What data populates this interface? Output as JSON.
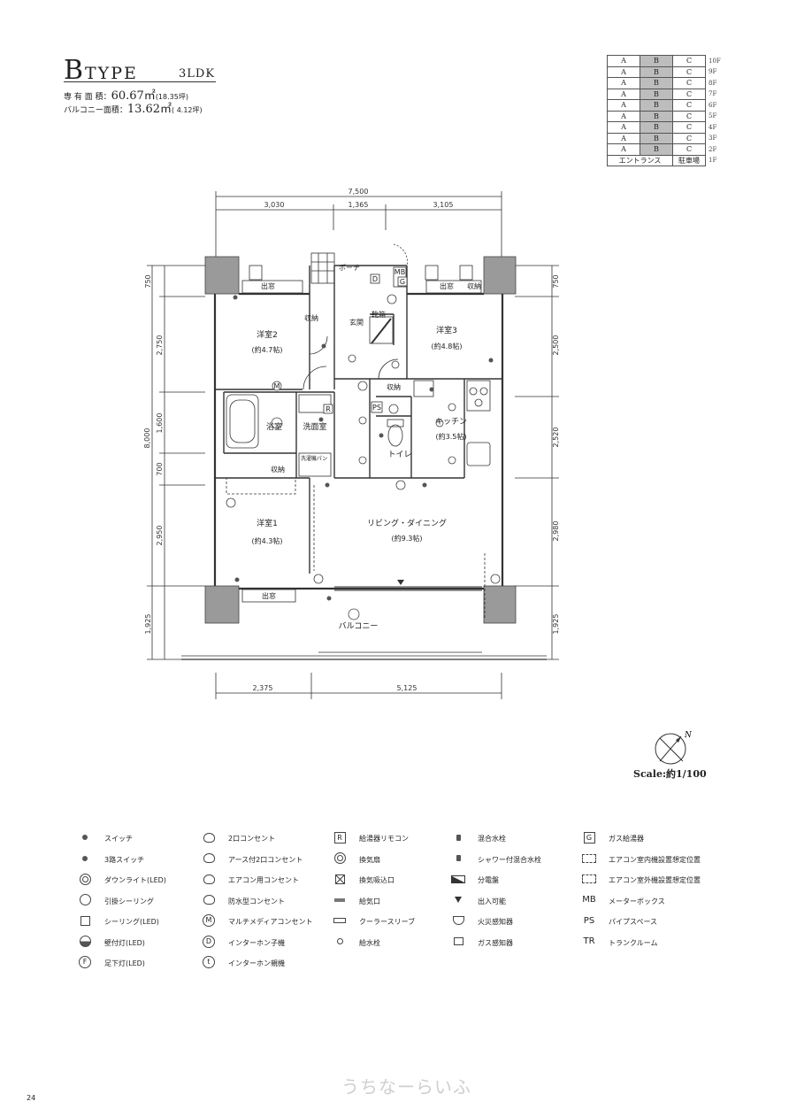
{
  "header": {
    "title_b": "B",
    "title_type": "TYPE",
    "title_layout": "3LDK",
    "area_label": "専 有 面 積：",
    "area_value": "60.67㎡",
    "area_tsubo": "(18.35坪)",
    "balcony_label": "バルコニー面積：",
    "balcony_value": "13.62㎡",
    "balcony_tsubo": "( 4.12坪)"
  },
  "floor_table": {
    "rows": [
      {
        "a": "A",
        "b": "B",
        "c": "C",
        "floor": "10F"
      },
      {
        "a": "A",
        "b": "B",
        "c": "C",
        "floor": "9F"
      },
      {
        "a": "A",
        "b": "B",
        "c": "C",
        "floor": "8F"
      },
      {
        "a": "A",
        "b": "B",
        "c": "C",
        "floor": "7F"
      },
      {
        "a": "A",
        "b": "B",
        "c": "C",
        "floor": "6F"
      },
      {
        "a": "A",
        "b": "B",
        "c": "C",
        "floor": "5F"
      },
      {
        "a": "A",
        "b": "B",
        "c": "C",
        "floor": "4F"
      },
      {
        "a": "A",
        "b": "B",
        "c": "C",
        "floor": "3F"
      },
      {
        "a": "A",
        "b": "B",
        "c": "C",
        "floor": "2F"
      }
    ],
    "ground": {
      "entrance": "エントランス",
      "parking": "駐車場",
      "floor": "1F"
    }
  },
  "plan": {
    "dims_top": {
      "total": "7,500",
      "left": "3,030",
      "mid": "1,365",
      "right": "3,105"
    },
    "dims_bottom": {
      "left": "2,375",
      "right": "5,125"
    },
    "dims_left": {
      "top": "750",
      "d1": "2,750",
      "d2": "1,600",
      "d3": "700",
      "d4": "2,950",
      "total": "8,000",
      "bottom": "1,925"
    },
    "dims_right": {
      "top": "750",
      "d1": "2,500",
      "d2": "2,520",
      "d3": "2,980",
      "bottom": "1,925"
    },
    "rooms": {
      "youshitsu2": "洋室2",
      "youshitsu2_size": "(約4.7帖)",
      "youshitsu3": "洋室3",
      "youshitsu3_size": "(約4.8帖)",
      "youshitsu1": "洋室1",
      "youshitsu1_size": "(約4.3帖)",
      "kitchen": "キッチン",
      "kitchen_size": "(約3.5帖)",
      "living": "リビング・ダイニング",
      "living_size": "(約9.3帖)",
      "bath": "浴室",
      "washroom": "洗面室",
      "toilet": "トイレ",
      "genkan": "玄関",
      "porch": "ポーチ",
      "balcony": "バルコニー",
      "shuno1": "収納",
      "shuno2": "収納",
      "shuno3": "収納",
      "shuno4": "収納",
      "kutsubako": "靴箱",
      "demado1": "出窓",
      "demado2": "出窓",
      "demado3": "出窓",
      "ps": "PS",
      "mb": "MB",
      "g": "G",
      "d": "D",
      "m": "M",
      "r": "R",
      "sentakuki_pan": "洗濯機パン"
    }
  },
  "scale": {
    "label": "Scale:約1/100",
    "north": "N"
  },
  "legend": [
    {
      "icon": "dot",
      "label": "スイッチ"
    },
    {
      "icon": "dot3",
      "label": "3路スイッチ"
    },
    {
      "icon": "ring-double",
      "label": "ダウンライト(LED)"
    },
    {
      "icon": "ring-hook",
      "label": "引掛シーリング"
    },
    {
      "icon": "square",
      "label": "シーリング(LED)"
    },
    {
      "icon": "half-circle",
      "label": "壁付灯(LED)"
    },
    {
      "icon": "circle-F",
      "label": "足下灯(LED)",
      "glyph": "F"
    },
    {
      "icon": "outlet-2",
      "label": "2口コンセント"
    },
    {
      "icon": "outlet-earth",
      "label": "アース付2口コンセント"
    },
    {
      "icon": "outlet-ac",
      "label": "エアコン用コンセント"
    },
    {
      "icon": "outlet-wp",
      "label": "防水型コンセント"
    },
    {
      "icon": "circle-M",
      "label": "マルチメディアコンセント",
      "glyph": "M"
    },
    {
      "icon": "circle-D",
      "label": "インターホン子機",
      "glyph": "D"
    },
    {
      "icon": "circle-t",
      "label": "インターホン親機",
      "glyph": "t"
    },
    {
      "icon": "square-R",
      "label": "給湯器リモコン",
      "glyph": "R"
    },
    {
      "icon": "fan",
      "label": "換気扇"
    },
    {
      "icon": "square-x",
      "label": "換気吸込口"
    },
    {
      "icon": "bar",
      "label": "給気口"
    },
    {
      "icon": "bar-open",
      "label": "クーラースリーブ"
    },
    {
      "icon": "small-ring",
      "label": "給水栓"
    },
    {
      "icon": "faucet",
      "label": "混合水栓"
    },
    {
      "icon": "shower-faucet",
      "label": "シャワー付混合水栓"
    },
    {
      "icon": "panel",
      "label": "分電盤"
    },
    {
      "icon": "triangle",
      "label": "出入可能"
    },
    {
      "icon": "fire-sensor",
      "label": "火災感知器"
    },
    {
      "icon": "gas-sensor",
      "label": "ガス感知器"
    },
    {
      "icon": "square-G",
      "label": "ガス給湯器",
      "glyph": "G"
    },
    {
      "icon": "dash-box",
      "label": "エアコン室内機設置想定位置"
    },
    {
      "icon": "dash-box2",
      "label": "エアコン室外機設置想定位置"
    },
    {
      "icon": "text-MB",
      "label": "メーターボックス",
      "glyph": "MB"
    },
    {
      "icon": "text-PS",
      "label": "パイプスペース",
      "glyph": "PS"
    },
    {
      "icon": "text-TR",
      "label": "トランクルーム",
      "glyph": "TR"
    }
  ],
  "page_number": "24",
  "watermark": "うちなーらいふ"
}
